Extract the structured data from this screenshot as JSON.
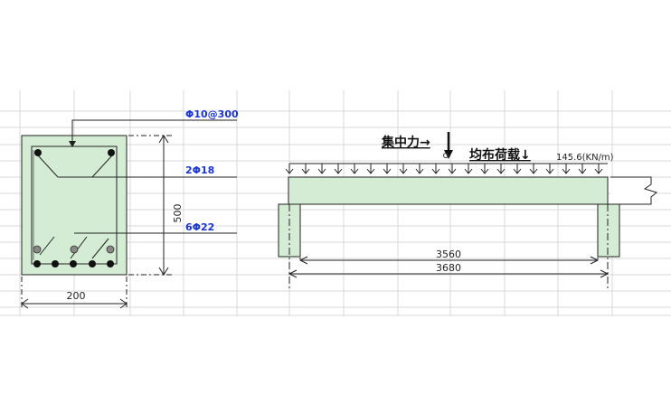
{
  "section": {
    "stirrup_label": "Φ10@300",
    "top_bar_label": "2Φ18",
    "bottom_bar_label": "6Φ22",
    "height_dim": "500",
    "width_dim": "200"
  },
  "beam": {
    "point_load_label": "集中力→",
    "udl_label": "均布荷载↓",
    "udl_value": "145.6(KN/m)",
    "clear_span": "3560",
    "total_span": "3680"
  },
  "colors": {
    "concrete_fill": "#d3ecd3",
    "label_blue": "#1a33d6",
    "grid_line": "#d9d9d9",
    "outline": "#222222"
  }
}
